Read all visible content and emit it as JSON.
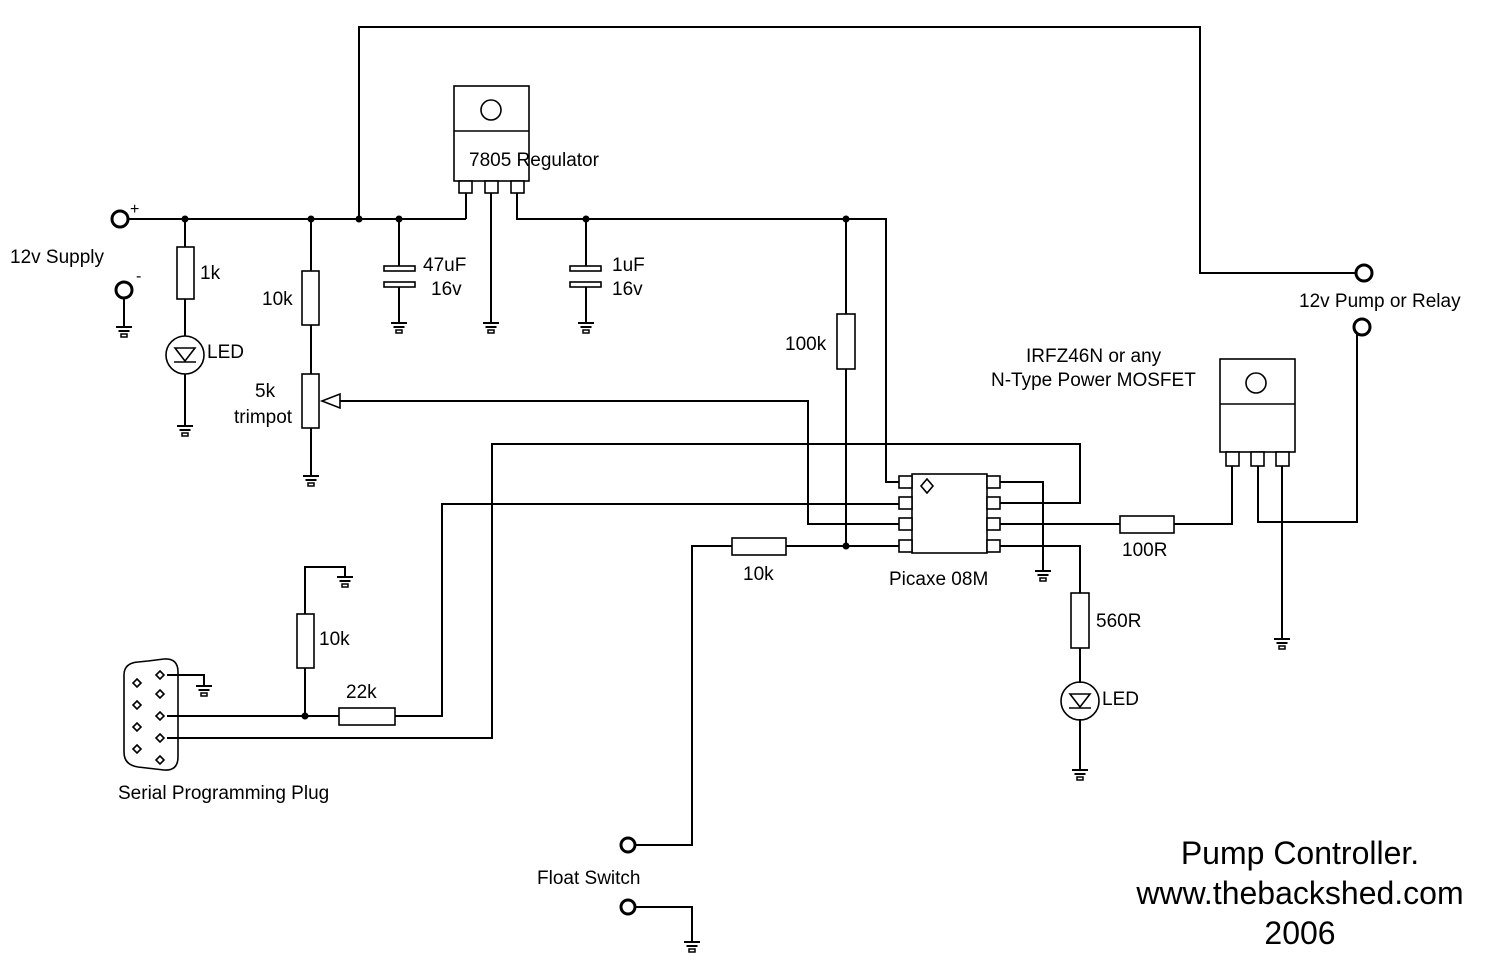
{
  "labels": {
    "regulator": "7805 Regulator",
    "supply": "12v Supply",
    "plus": "+",
    "minus": "-",
    "r1k": "1k",
    "led1": "LED",
    "r10k_top": "10k",
    "trimpot_value": "5k",
    "trimpot_name": "trimpot",
    "cap47_value": "47uF",
    "cap47_voltage": "16v",
    "cap1_value": "1uF",
    "cap1_voltage": "16v",
    "r100k": "100k",
    "mosfet_line1": "IRFZ46N or any",
    "mosfet_line2": "N-Type Power MOSFET",
    "pump": "12v Pump or Relay",
    "r100r": "100R",
    "r10k_float": "10k",
    "picaxe": "Picaxe 08M",
    "r560r": "560R",
    "led2": "LED",
    "r10k_serial": "10k",
    "r22k": "22k",
    "serial_plug": "Serial Programming Plug",
    "float_switch": "Float Switch"
  },
  "footer": {
    "line1": "Pump Controller.",
    "line2": "www.thebackshed.com",
    "line3": "2006"
  }
}
